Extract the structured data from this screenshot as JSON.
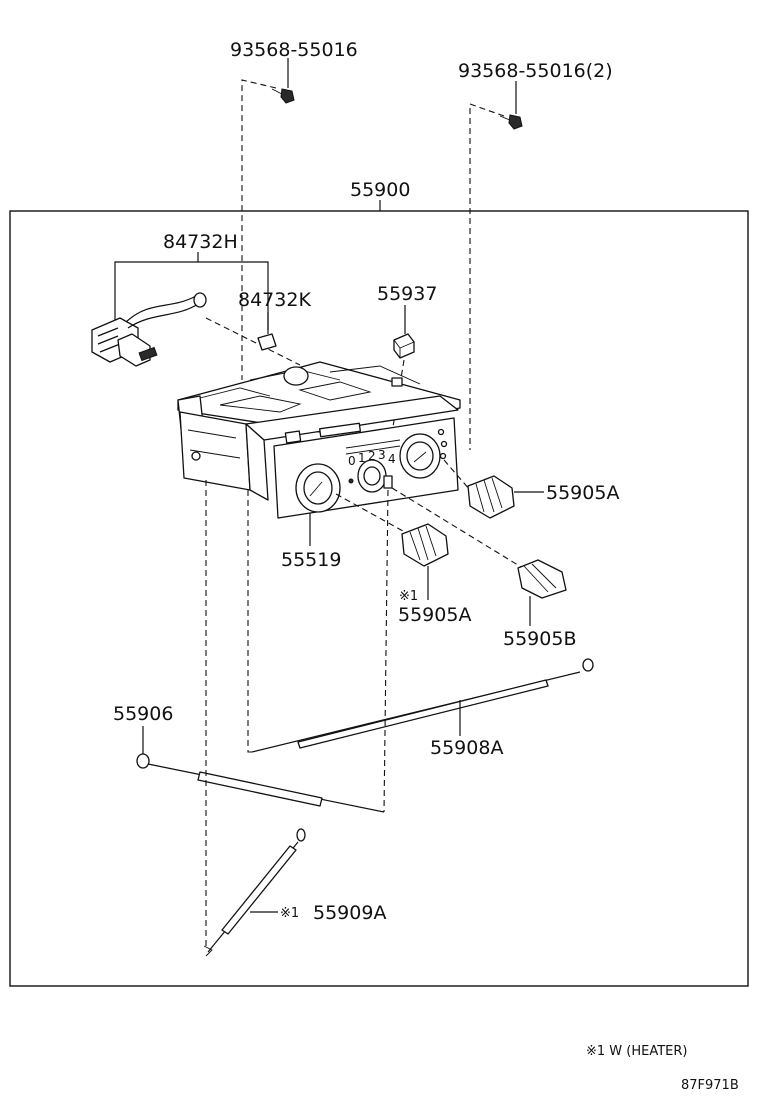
{
  "parts": {
    "screw_1": "93568-55016",
    "screw_2": "93568-55016(2)",
    "assembly": "55900",
    "harness": "84732H",
    "bulb": "84732K",
    "knob_small": "55937",
    "knob_right": "55905A",
    "panel": "55519",
    "knob_mid": "55905A",
    "knob_mid_mark": "※1",
    "knob_lower": "55905B",
    "cable_left": "55906",
    "cable_upper": "55908A",
    "cable_lower": "55909A",
    "cable_lower_mark": "※1"
  },
  "footnote": "※1 W (HEATER)",
  "diagram_code": "87F971B",
  "panel_scale_marks": [
    "0",
    "1",
    "2",
    "3",
    "4"
  ]
}
